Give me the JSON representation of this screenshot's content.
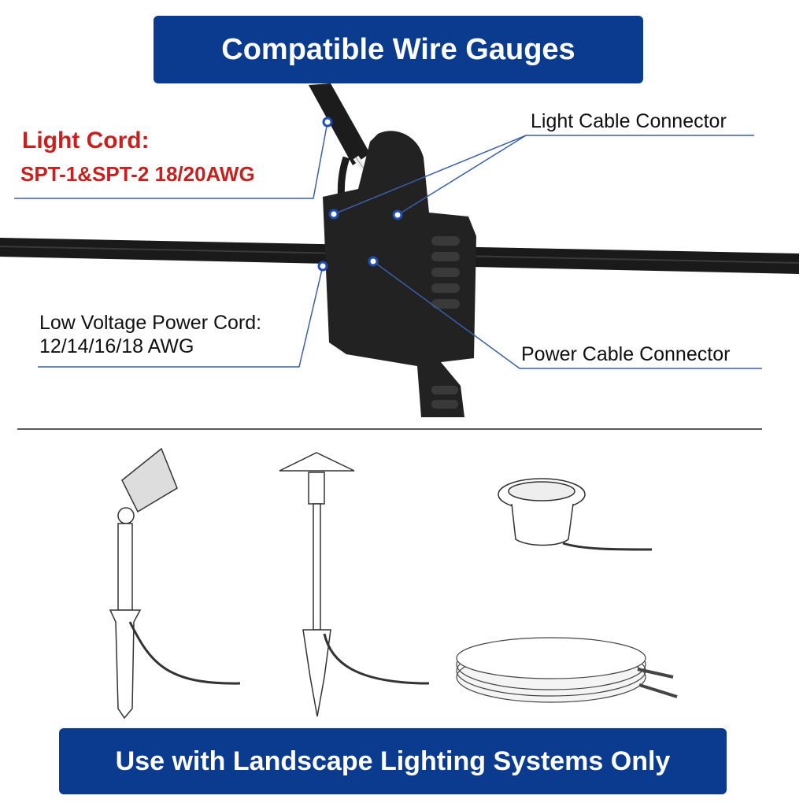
{
  "header": {
    "title": "Compatible Wire Gauges"
  },
  "callouts": {
    "light_cord_title": "Light Cord:",
    "light_cord_spec": "SPT-1&SPT-2 18/20AWG",
    "light_cable_connector": "Light Cable Connector",
    "power_cord_title": "Low Voltage Power Cord:",
    "power_cord_spec": "12/14/16/18 AWG",
    "power_cable_connector": "Power Cable Connector"
  },
  "footer": {
    "title": "Use with Landscape Lighting Systems Only"
  },
  "colors": {
    "banner": "#0b3b8f",
    "accent_red": "#c8201f",
    "leader_line": "#3a5fa8"
  }
}
